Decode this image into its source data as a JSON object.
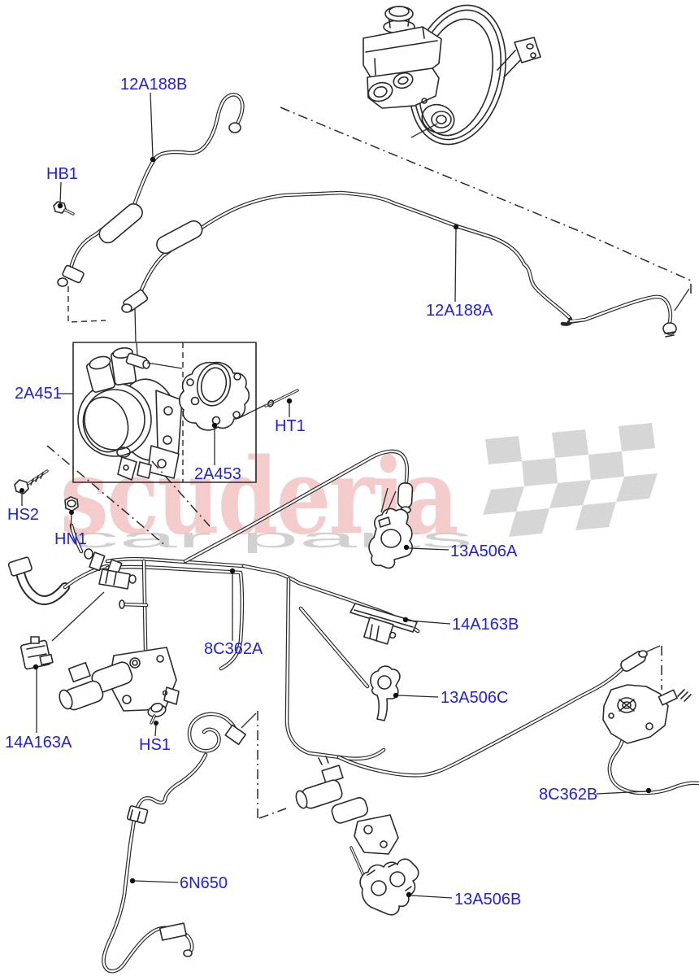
{
  "watermark": {
    "brand": "scuderia",
    "tagline": "car parts",
    "brand_color": "#d94848",
    "tagline_color": "#c9c9c9",
    "flag_color": "#d6d6d6"
  },
  "diagram": {
    "line_color": "#2a2a2a",
    "label_color": "#2121dd",
    "labels": [
      {
        "text": "12A188B"
      },
      {
        "text": "HB1"
      },
      {
        "text": "12A188A"
      },
      {
        "text": "2A451"
      },
      {
        "text": "HT1"
      },
      {
        "text": "2A453"
      },
      {
        "text": "HS2"
      },
      {
        "text": "HN1"
      },
      {
        "text": "13A506A"
      },
      {
        "text": "14A163B"
      },
      {
        "text": "8C362A"
      },
      {
        "text": "13A506C"
      },
      {
        "text": "14A163A"
      },
      {
        "text": "HS1"
      },
      {
        "text": "8C362B"
      },
      {
        "text": "6N650"
      },
      {
        "text": "13A506B"
      }
    ]
  }
}
